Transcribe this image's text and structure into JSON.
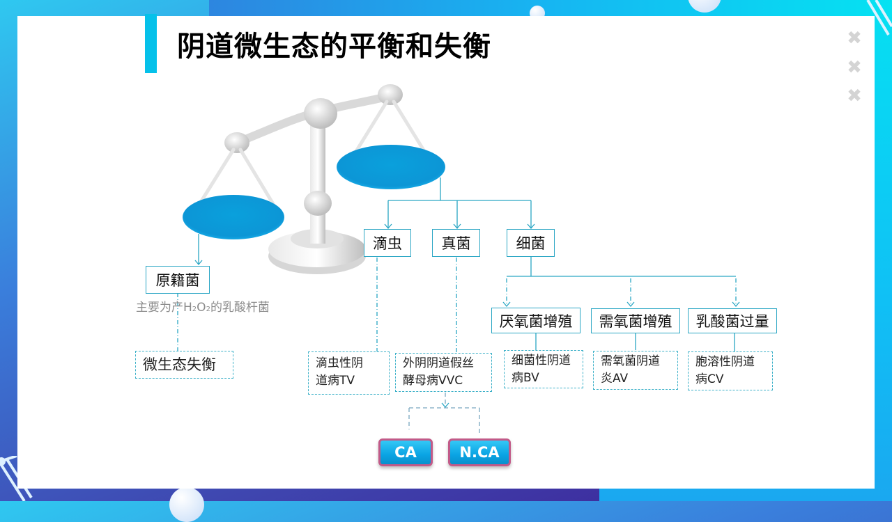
{
  "slide": {
    "title": "阴道微生态的平衡和失衡",
    "accent_color": "#05c1ea",
    "connector_color": "#2aa6c4",
    "decor_marks": [
      "✖",
      "✖",
      "✖"
    ]
  },
  "diagram": {
    "left_branch": {
      "node": "原籍菌",
      "note_prefix": "主要为产H",
      "note_sub1": "2",
      "note_mid": "O",
      "note_sub2": "2",
      "note_suffix": "的乳酸杆菌",
      "outcome": "微生态失衡"
    },
    "right_branch": {
      "categories": [
        {
          "label": "滴虫",
          "outcome_line1": "滴虫性阴",
          "outcome_line2": "道病TV"
        },
        {
          "label": "真菌",
          "outcome_line1": "外阴阴道假丝",
          "outcome_line2": "酵母病VVC"
        },
        {
          "label": "细菌"
        }
      ],
      "bacteria_subtypes": [
        {
          "label": "厌氧菌增殖",
          "outcome_line1": "细菌性阴道",
          "outcome_line2": "病BV"
        },
        {
          "label": "需氧菌增殖",
          "outcome_line1": "需氧菌阴道",
          "outcome_line2": "炎AV"
        },
        {
          "label": "乳酸菌过量",
          "outcome_line1": "胞溶性阴道",
          "outcome_line2": "病CV"
        }
      ],
      "vvc_types": [
        {
          "label": "CA"
        },
        {
          "label": "N.CA"
        }
      ]
    }
  }
}
